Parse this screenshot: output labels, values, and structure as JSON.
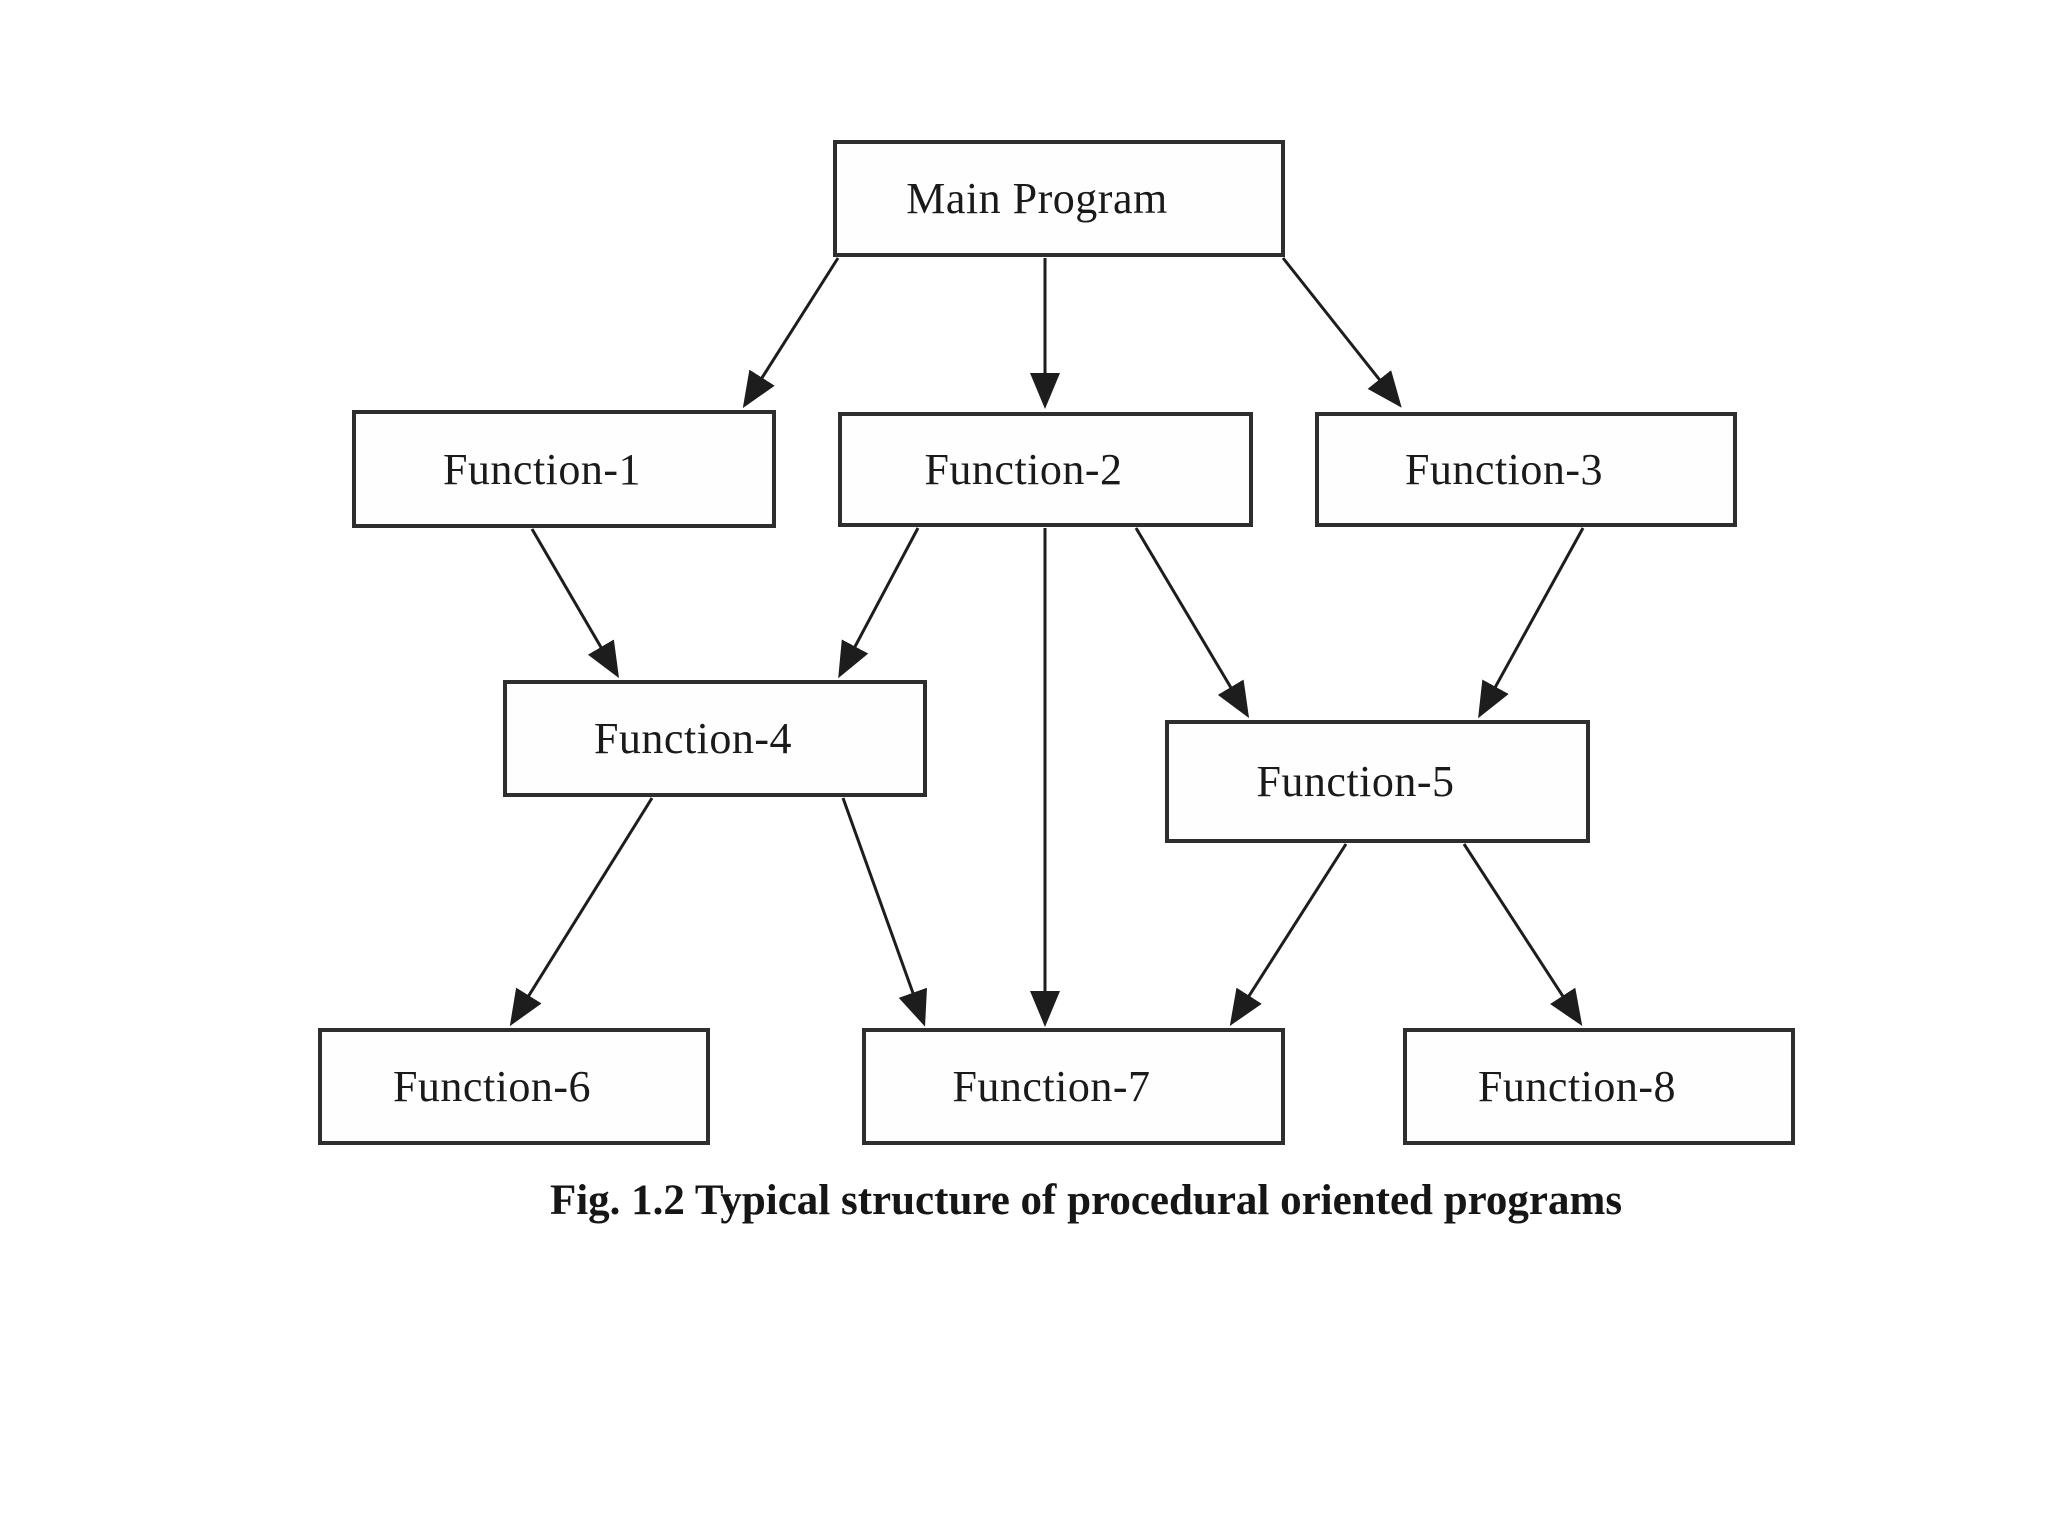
{
  "diagram": {
    "nodes": [
      {
        "id": "main",
        "label": "Main Program"
      },
      {
        "id": "f1",
        "label": "Function-1"
      },
      {
        "id": "f2",
        "label": "Function-2"
      },
      {
        "id": "f3",
        "label": "Function-3"
      },
      {
        "id": "f4",
        "label": "Function-4"
      },
      {
        "id": "f5",
        "label": "Function-5"
      },
      {
        "id": "f6",
        "label": "Function-6"
      },
      {
        "id": "f7",
        "label": "Function-7"
      },
      {
        "id": "f8",
        "label": "Function-8"
      }
    ],
    "edges": [
      {
        "from": "main",
        "to": "f1"
      },
      {
        "from": "main",
        "to": "f2"
      },
      {
        "from": "main",
        "to": "f3"
      },
      {
        "from": "f1",
        "to": "f4"
      },
      {
        "from": "f2",
        "to": "f4"
      },
      {
        "from": "f2",
        "to": "f5"
      },
      {
        "from": "f2",
        "to": "f7"
      },
      {
        "from": "f3",
        "to": "f5"
      },
      {
        "from": "f4",
        "to": "f6"
      },
      {
        "from": "f4",
        "to": "f7"
      },
      {
        "from": "f5",
        "to": "f7"
      },
      {
        "from": "f5",
        "to": "f8"
      }
    ]
  },
  "caption": {
    "text": "Fig. 1.2 Typical structure of procedural oriented programs"
  },
  "colors": {
    "background": "#ffffff",
    "box_border": "#2e2e2e",
    "line": "#1d1d1d",
    "text": "#1a1a1a"
  }
}
